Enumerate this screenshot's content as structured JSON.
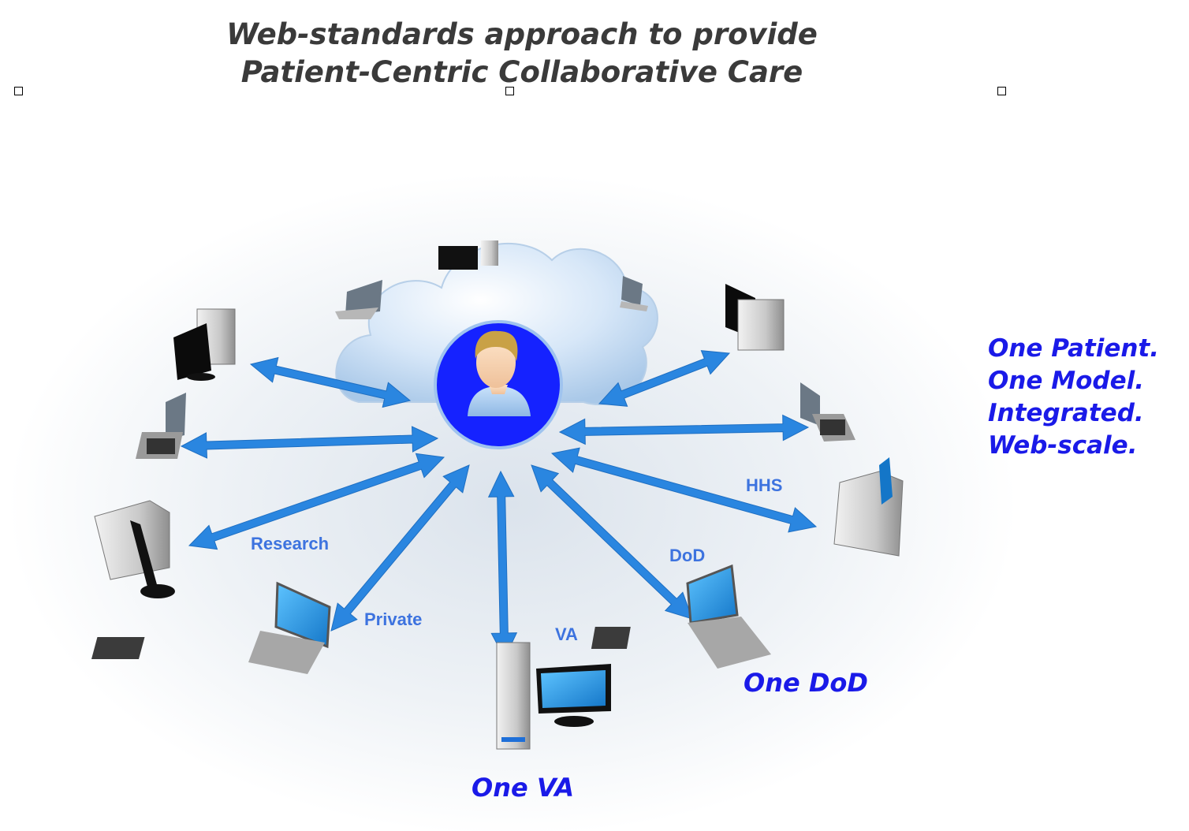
{
  "title": {
    "line1": "Web-standards approach to provide",
    "line2": "Patient-Centric Collaborative Care"
  },
  "tagline": [
    "One Patient.",
    "One Model.",
    "Integrated.",
    "Web-scale."
  ],
  "hub": {
    "icon": "patient-avatar-icon"
  },
  "labels": {
    "hhs": "HHS",
    "dod": "DoD",
    "va": "VA",
    "private": "Private",
    "research": "Research"
  },
  "callouts": {
    "one_dod": "One DoD",
    "one_va": "One VA"
  },
  "colors": {
    "arrow": "#2a86e0",
    "hub_fill": "#1522ff",
    "label": "#3d73df",
    "callout": "#1a1ae8",
    "title": "#3a3a3a"
  }
}
